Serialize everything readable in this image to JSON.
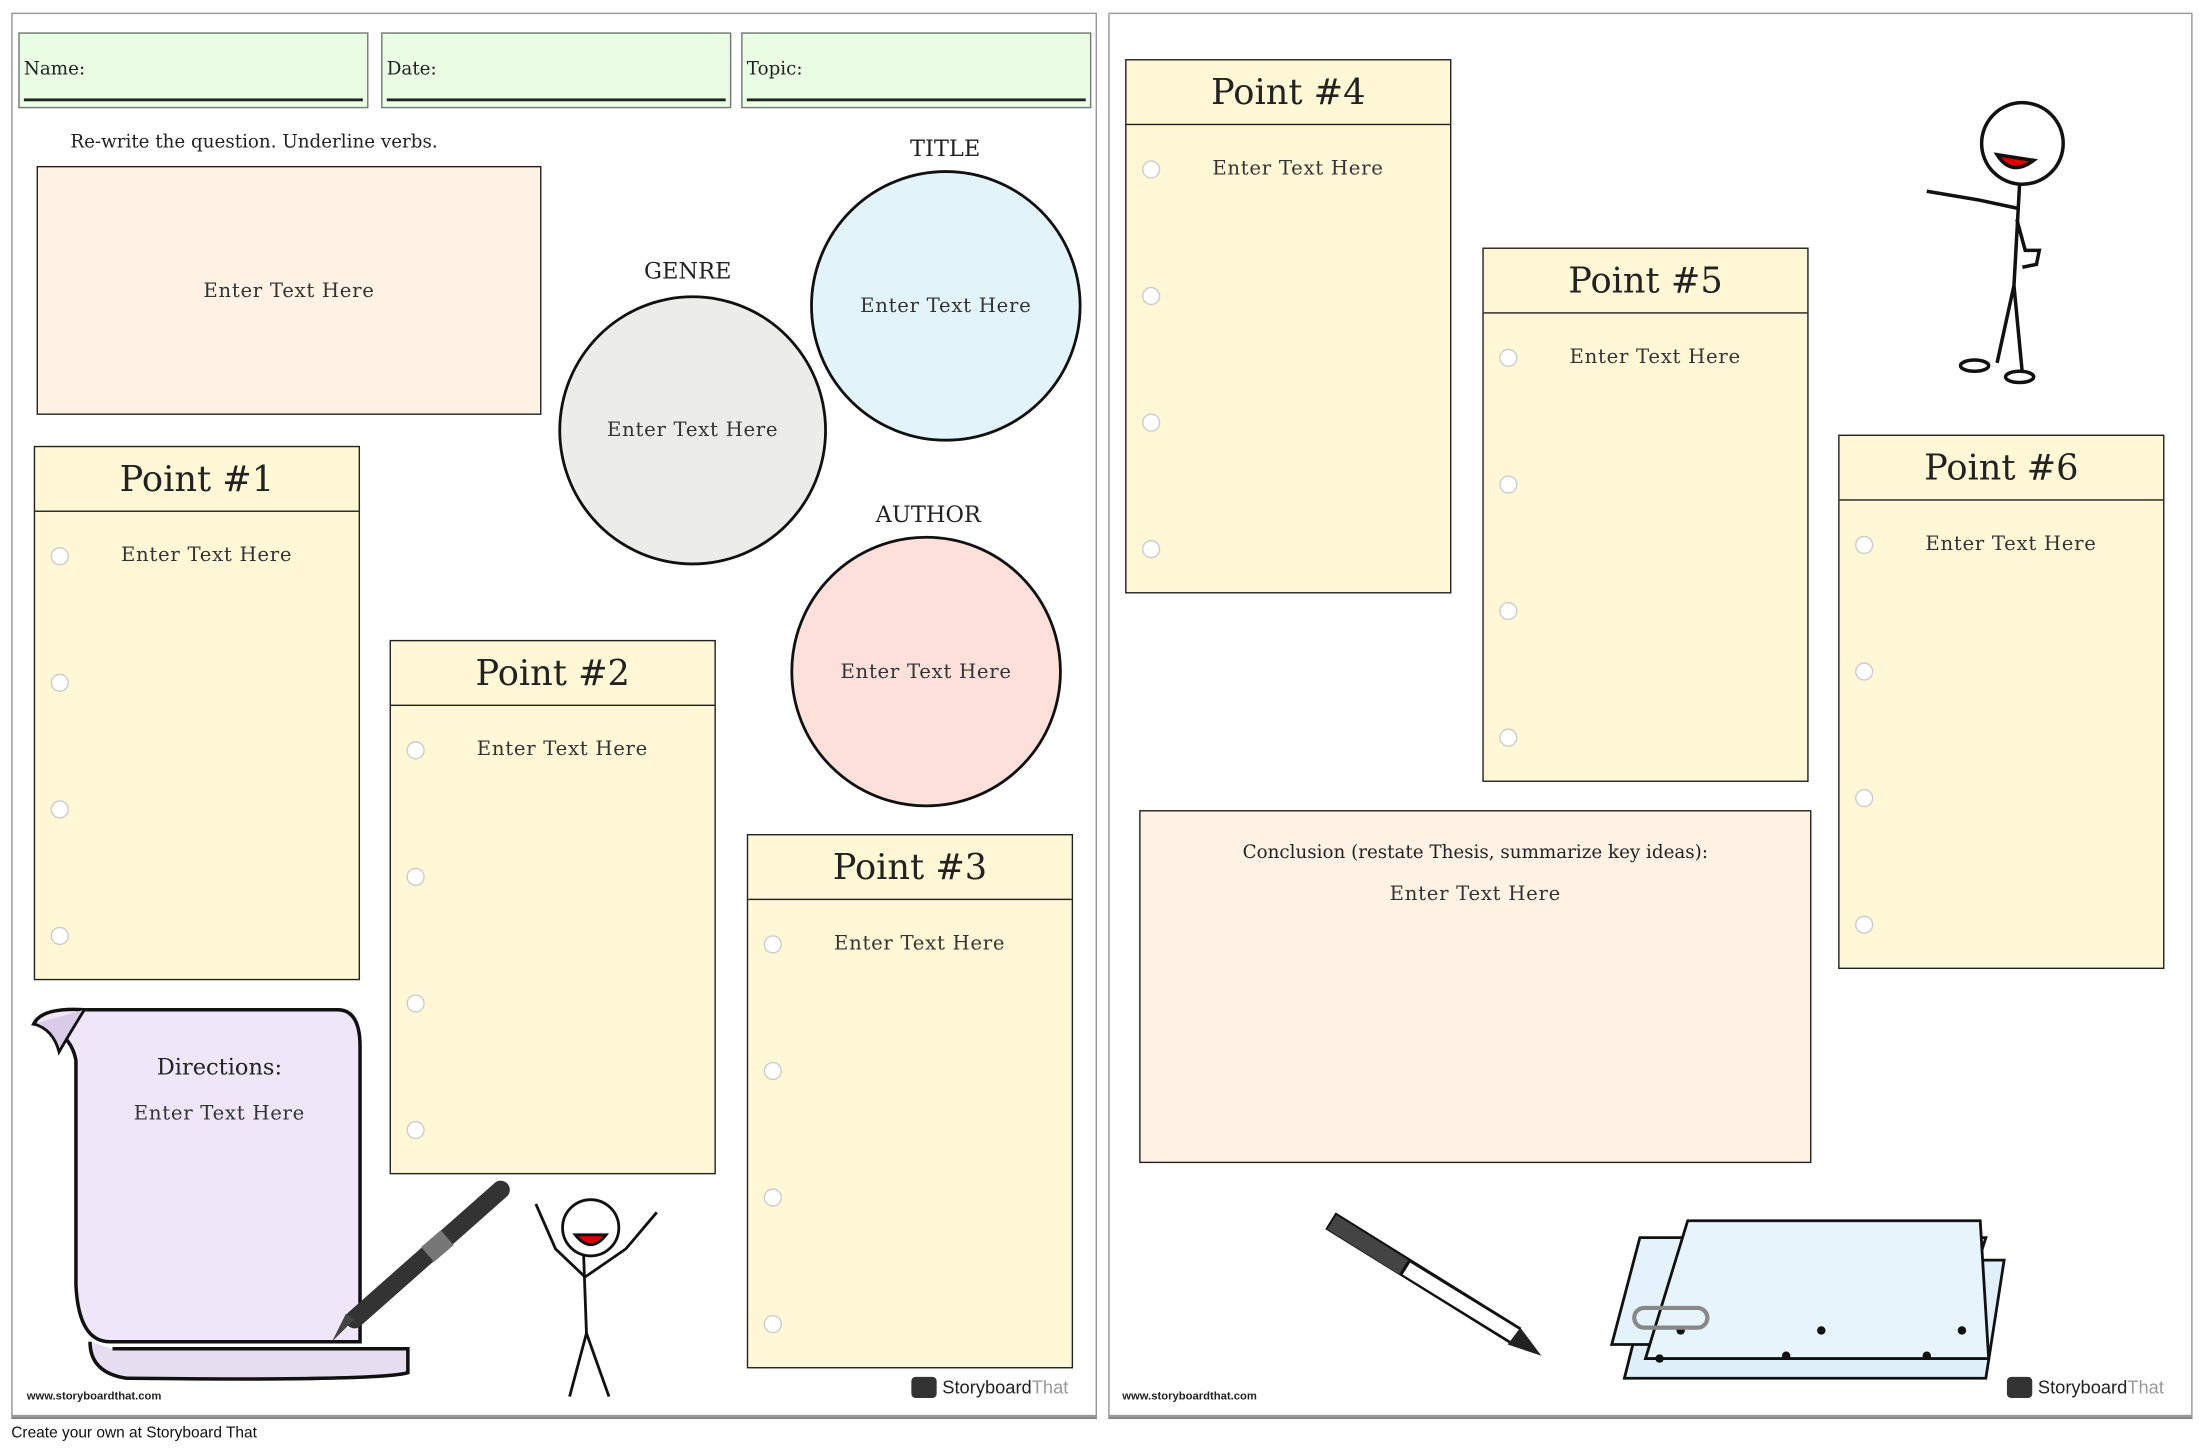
{
  "header": {
    "name_label": "Name:",
    "date_label": "Date:",
    "topic_label": "Topic:"
  },
  "question": {
    "instruction": "Re-write the question. Underline verbs.",
    "placeholder": "Enter Text Here"
  },
  "circles": {
    "title": {
      "label": "TITLE",
      "placeholder": "Enter Text Here",
      "color": "#e2f4fa"
    },
    "genre": {
      "label": "GENRE",
      "placeholder": "Enter Text Here",
      "color": "#ececea"
    },
    "author": {
      "label": "AUTHOR",
      "placeholder": "Enter Text Here",
      "color": "#fde0da"
    }
  },
  "points": [
    {
      "title": "Point #1",
      "placeholder": "Enter Text Here"
    },
    {
      "title": "Point #2",
      "placeholder": "Enter Text Here"
    },
    {
      "title": "Point #3",
      "placeholder": "Enter Text Here"
    },
    {
      "title": "Point #4",
      "placeholder": "Enter Text Here"
    },
    {
      "title": "Point #5",
      "placeholder": "Enter Text Here"
    },
    {
      "title": "Point #6",
      "placeholder": "Enter Text Here"
    }
  ],
  "directions": {
    "title": "Directions:",
    "placeholder": "Enter Text Here"
  },
  "conclusion": {
    "prompt": "Conclusion (restate Thesis, summarize key ideas):",
    "placeholder": "Enter Text Here"
  },
  "branding": {
    "url": "www.storyboardthat.com",
    "logo_a": "Storyboard",
    "logo_b": "That",
    "footer": "Create your own at Storyboard That"
  }
}
